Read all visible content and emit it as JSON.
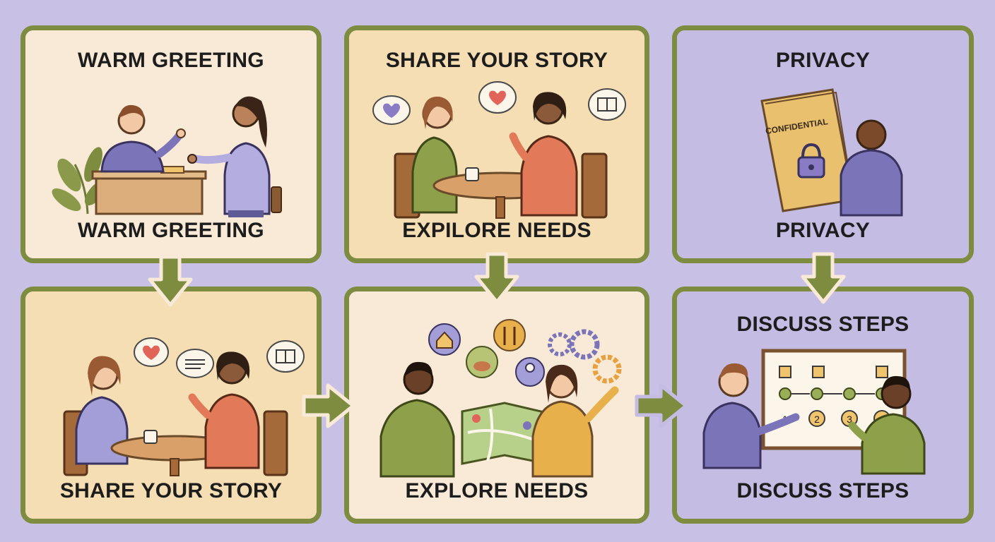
{
  "panels": [
    {
      "top_label": "WARM GREETING",
      "bottom_label": "WARM GREETING"
    },
    {
      "top_label": "SHARE YOUR STORY",
      "bottom_label": "EXPILORE NEEDS"
    },
    {
      "top_label": "PRIVACY",
      "bottom_label": "PRIVACY",
      "folder_text": "CONFIDENTIAL"
    },
    {
      "bottom_label": "SHARE YOUR STORY"
    },
    {
      "bottom_label": "EXPLORE NEEDS"
    },
    {
      "top_label": "DISCUSS STEPS",
      "bottom_label": "DISCUSS STEPS",
      "steps": [
        "1",
        "2",
        "3",
        "4"
      ]
    }
  ],
  "colors": {
    "background": "#c9c0e6",
    "border": "#7d8c3f",
    "cream": "#f8ead6",
    "peach": "#f5deb3",
    "lavender": "#c4bce3",
    "arrow": "#7d8c3f"
  }
}
